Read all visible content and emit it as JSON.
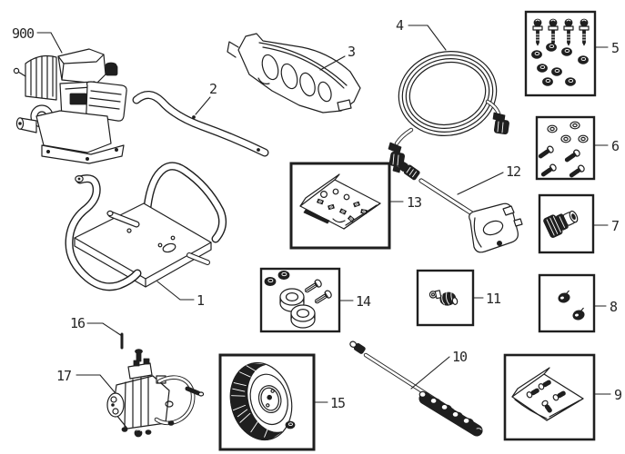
{
  "page": {
    "type": "exploded-parts-diagram",
    "subject": "pressure washer parts diagram",
    "background_color": "#ffffff",
    "ink_color": "#1f1f1f"
  },
  "parts": [
    {
      "label": "900",
      "name": "engine assembly"
    },
    {
      "label": "1",
      "name": "cart frame"
    },
    {
      "label": "2",
      "name": "handle strap"
    },
    {
      "label": "3",
      "name": "accessory tray panel"
    },
    {
      "label": "4",
      "name": "high pressure hose"
    },
    {
      "label": "5",
      "name": "carriage bolt and nut kit"
    },
    {
      "label": "6",
      "name": "washer and screw kit"
    },
    {
      "label": "7",
      "name": "hose coupling"
    },
    {
      "label": "8",
      "name": "cap fitting pair"
    },
    {
      "label": "9",
      "name": "screw kit bag"
    },
    {
      "label": "10",
      "name": "nozzle wand"
    },
    {
      "label": "11",
      "name": "adapter fitting"
    },
    {
      "label": "12",
      "name": "spray gun"
    },
    {
      "label": "13",
      "name": "seal kit bag"
    },
    {
      "label": "14",
      "name": "wheel hardware kit"
    },
    {
      "label": "15",
      "name": "wheel"
    },
    {
      "label": "16",
      "name": "pin"
    },
    {
      "label": "17",
      "name": "pump assembly"
    }
  ]
}
